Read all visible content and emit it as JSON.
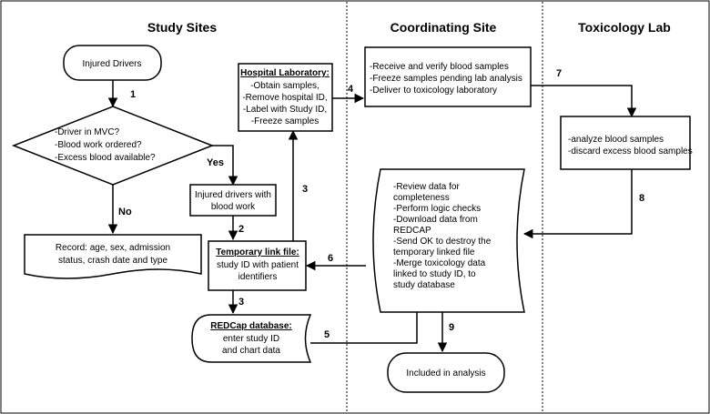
{
  "headers": {
    "study_sites": "Study Sites",
    "coordinating_site": "Coordinating Site",
    "toxicology_lab": "Toxicology Lab"
  },
  "nodes": {
    "injured_drivers": "Injured Drivers",
    "decision": [
      "-Driver in MVC?",
      "-Blood work ordered?",
      "-Excess blood available?"
    ],
    "record": [
      "Record: age, sex, admission",
      "status, crash date and type"
    ],
    "injured_with_bloodwork": [
      "Injured drivers with",
      "blood work"
    ],
    "hospital_lab_title": "Hospital Laboratory:",
    "hospital_lab_items": [
      "-Obtain samples,",
      "-Remove hospital ID,",
      "-Label with Study ID,",
      "-Freeze samples"
    ],
    "temp_link_title": "Temporary link file:",
    "temp_link_lines": [
      "study ID with patient",
      "identifiers"
    ],
    "redcap_title": "REDCap database:",
    "redcap_lines": [
      "enter study ID",
      "and chart data"
    ],
    "coord_receive": [
      "-Receive and verify blood samples",
      "-Freeze samples pending lab analysis",
      "-Deliver to toxicology laboratory"
    ],
    "review_data": [
      "-Review data for",
      "completeness",
      "-Perform logic checks",
      "-Download data from",
      "REDCAP",
      "-Send OK to destroy the",
      "temporary linked file",
      "-Merge toxicology data",
      "linked to study ID, to",
      "study database"
    ],
    "tox_analyze": [
      "-analyze blood samples",
      "-discard excess blood samples"
    ],
    "included": "Included in analysis"
  },
  "edge_labels": {
    "yes": "Yes",
    "no": "No",
    "step_1": "1",
    "step_2": "2",
    "step_3_up": "3",
    "step_3_down": "3",
    "step_4": "4",
    "step_5": "5",
    "step_6": "6",
    "step_7": "7",
    "step_8": "8",
    "step_9": "9"
  }
}
